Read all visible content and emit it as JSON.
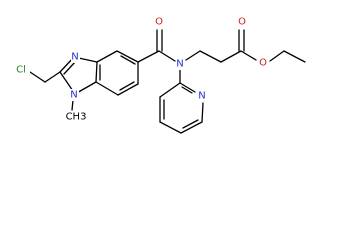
{
  "atoms": {
    "chlorine": {
      "text": "Cl",
      "color": "#2a8a2a"
    },
    "n_imidazole_top": {
      "text": "N",
      "color": "#2233cc"
    },
    "n_imidazole_bottom": {
      "text": "N",
      "color": "#2233cc"
    },
    "methyl_label": {
      "text": "CH3",
      "color": "#000000"
    },
    "carbonyl_o_amide": {
      "text": "O",
      "color": "#cc2222"
    },
    "n_amide": {
      "text": "N",
      "color": "#2233cc"
    },
    "n_pyridine": {
      "text": "N",
      "color": "#2233cc"
    },
    "carbonyl_o_ester": {
      "text": "O",
      "color": "#cc2222"
    },
    "ester_o": {
      "text": "O",
      "color": "#cc2222"
    }
  },
  "colors": {
    "bond": "#000000",
    "background": "#ffffff"
  }
}
